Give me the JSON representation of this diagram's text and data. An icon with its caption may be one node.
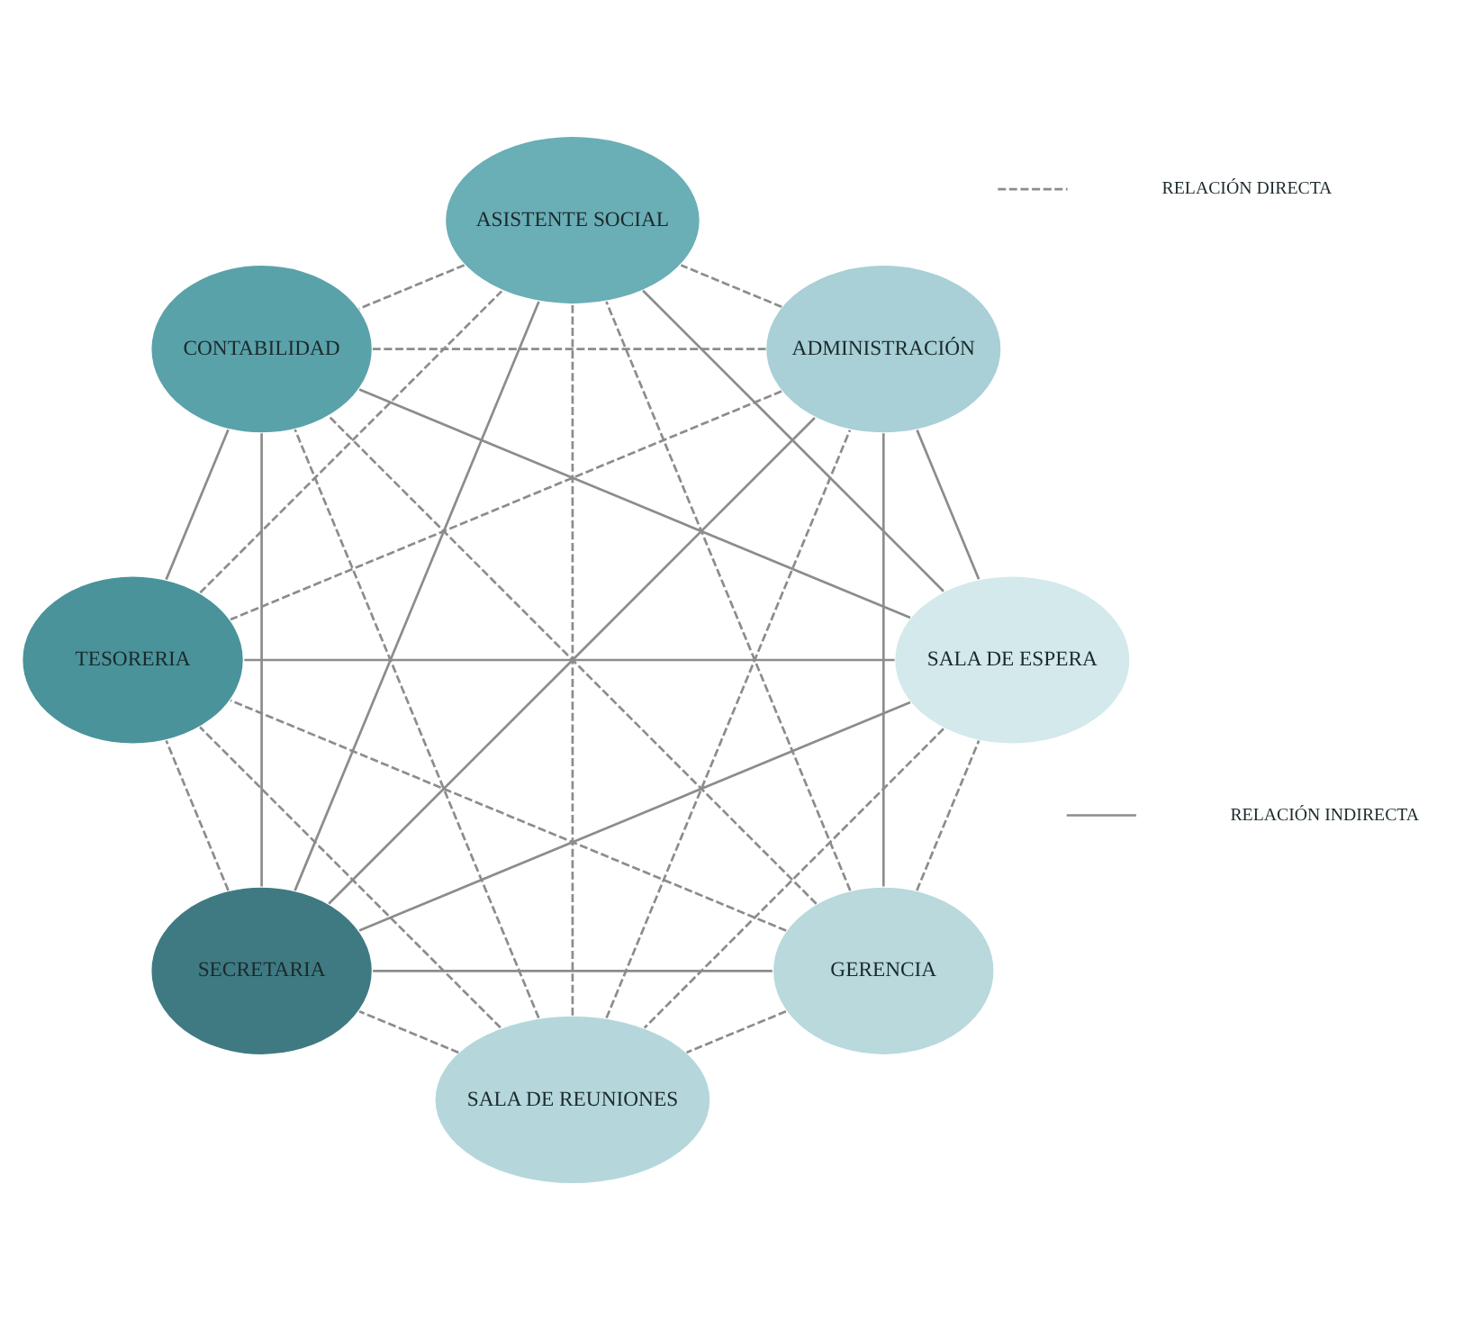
{
  "diagram": {
    "nodes": [
      {
        "text": [
          "GERENCIA"
        ]
      },
      {
        "text": [
          "SALA DE ESPERA"
        ]
      },
      {
        "text": [
          "SALA DE REUNIONES"
        ]
      },
      {
        "text": [
          "SECRETARIA"
        ]
      },
      {
        "text": [
          "ADMINISTRACIÓN"
        ]
      },
      {
        "text": [
          "TESORERIA"
        ]
      },
      {
        "text": [
          "ASISTENTE SOCIAL"
        ]
      },
      {
        "text": [
          "CONTABILIDAD"
        ]
      }
    ],
    "edges": [
      {
        "from": 0,
        "to": 1,
        "arrow": "none",
        "style": "dashed"
      },
      {
        "from": 0,
        "to": 2,
        "arrow": "none",
        "style": "dashed"
      },
      {
        "from": 0,
        "to": 3,
        "arrow": "none"
      },
      {
        "from": 0,
        "to": 4,
        "arrow": "none"
      },
      {
        "from": 0,
        "to": 5,
        "arrow": "none",
        "style": "dashed"
      },
      {
        "from": 0,
        "to": 6,
        "arrow": "none",
        "style": "dashed"
      },
      {
        "from": 0,
        "to": 7,
        "arrow": "none",
        "style": "dashed"
      },
      {
        "from": 1,
        "to": 2,
        "arrow": "none",
        "style": "dashed"
      },
      {
        "from": 1,
        "to": 3,
        "arrow": "none"
      },
      {
        "from": 1,
        "to": 4,
        "arrow": "none"
      },
      {
        "from": 1,
        "to": 5,
        "arrow": "none"
      },
      {
        "from": 1,
        "to": 6,
        "arrow": "none"
      },
      {
        "from": 1,
        "to": 7,
        "arrow": "none"
      },
      {
        "from": 2,
        "to": 3,
        "arrow": "none",
        "style": "dashed"
      },
      {
        "from": 2,
        "to": 4,
        "arrow": "none",
        "style": "dashed"
      },
      {
        "from": 2,
        "to": 5,
        "arrow": "none",
        "style": "dashed"
      },
      {
        "from": 2,
        "to": 6,
        "arrow": "none",
        "style": "dashed"
      },
      {
        "from": 2,
        "to": 7,
        "arrow": "none",
        "style": "dashed"
      },
      {
        "from": 3,
        "to": 4,
        "arrow": "none"
      },
      {
        "from": 3,
        "to": 5,
        "arrow": "none",
        "style": "dashed"
      },
      {
        "from": 3,
        "to": 6,
        "arrow": "none"
      },
      {
        "from": 3,
        "to": 7,
        "arrow": "none"
      },
      {
        "from": 4,
        "to": 5,
        "arrow": "none",
        "style": "dashed"
      },
      {
        "from": 4,
        "to": 6,
        "arrow": "none",
        "style": "dashed"
      },
      {
        "from": 4,
        "to": 7,
        "arrow": "none",
        "style": "dashed"
      },
      {
        "from": 5,
        "to": 6,
        "arrow": "none",
        "style": "dashed"
      },
      {
        "from": 5,
        "to": 7,
        "arrow": "none"
      },
      {
        "from": 6,
        "to": 7,
        "arrow": "none",
        "style": "dashed"
      }
    ],
    "legend": [
      {
        "text": "RELACIÓN DIRECTA"
      },
      {
        "text": "RELACIÓN INDIRECTA"
      }
    ]
  }
}
